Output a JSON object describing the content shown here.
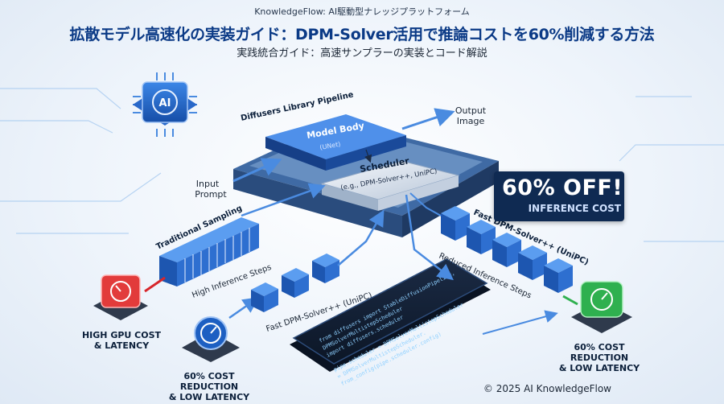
{
  "header": {
    "site": "KnowledgeFlow: AI駆動型ナレッジプラットフォーム",
    "title": "拡散モデル高速化の実装ガイド：DPM-Solver活用で推論コストを60%削減する方法",
    "subtitle": "実践統合ガイド：高速サンプラーの実装とコード解説"
  },
  "diagram": {
    "ai_chip": "AI",
    "pipeline_label": "Diffusers Library Pipeline",
    "model_body": "Model Body",
    "model_body_sub": "(UNet)",
    "scheduler": "Scheduler",
    "scheduler_sub": "(e.g., DPM-Solver++, UniPC)",
    "input_prompt_1": "Input",
    "input_prompt_2": "Prompt",
    "output_image_1": "Output",
    "output_image_2": "Image",
    "traditional_sampling": "Traditional Sampling",
    "high_steps": "High Inference Steps",
    "fast_left": "Fast DPM-Solver++ (UniPC)",
    "fast_right": "Fast DPM-Solver++ (UniPC)",
    "reduced_steps": "Reduced Inference Steps",
    "high_cost": [
      "HIGH GPU COST",
      "& LATENCY"
    ],
    "reduction_blue": [
      "60% COST REDUCTION",
      "& LOW LATENCY"
    ],
    "reduction_green": [
      "60% COST REDUCTION",
      "& LOW LATENCY"
    ]
  },
  "badge": {
    "big": "60% OFF!",
    "small": "INFERENCE COST"
  },
  "code_lines": [
    "from diffusers import StableDiffusionPipeline,",
    "    DPMSolverMultistepScheduler",
    "import diffusers.scheduler",
    "",
    "pipe.scheduler = DPMSolverMultistepScheduler",
    "  = DPMSolverMultistepScheduler.",
    "from_config(pipe.scheduler.config)"
  ],
  "footer": {
    "copyright": "© 2025 AI KnowledgeFlow"
  },
  "colors": {
    "accent": "#1d5fc2",
    "red": "#e23b3b",
    "green": "#2fb04f",
    "navy": "#0f2a52"
  }
}
